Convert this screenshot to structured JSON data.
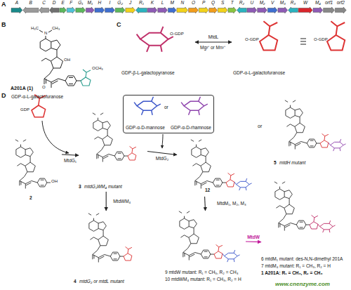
{
  "diagram": {
    "nodes": [
      {
        "text": [
          "GDP-β-L-galactopyranose"
        ]
      },
      {
        "text": [
          "GDP-α-L-galactofuranose"
        ]
      },
      {
        "text": [
          "A201A (1)"
        ]
      },
      {
        "text": [
          "2"
        ]
      },
      {
        "text": [
          "3",
          "mtdG₁WM₄ mutant"
        ]
      },
      {
        "text": [
          "or",
          "GDP-α-D-mannose",
          "GDP-α-D-rhamnose"
        ]
      },
      {
        "text": [
          "4",
          "mtdG₂ or mtdL mutant"
        ]
      },
      {
        "text": [
          "12"
        ]
      },
      {
        "text": [
          "5",
          "mtdH mutant"
        ]
      },
      {
        "text": [
          "9 mtdW mutant: R₁ = CH₃, R₂ = CH₃",
          "10 mtdWM₄ mutant: R₁ = CH₃, R₂ = H"
        ]
      },
      {
        "text": [
          "6 mtdM₁ mutant: des-N,N-dimethyl 201A",
          "7 mtdM₄ mutant: R₁ = CH₃, R₂ = H",
          "1 A201A: R₁ = CH₃, R₂ = CH₃"
        ]
      }
    ],
    "edges": [
      {
        "from": 0,
        "to": 1,
        "label": "MtdL",
        "arrow": "both"
      },
      {
        "from": 3,
        "to": 4,
        "label": "MtdG₁",
        "arrow": "to"
      },
      {
        "from": 4,
        "to": 6,
        "label": "MtdWM₄",
        "arrow": "to"
      },
      {
        "from": 4,
        "to": 7,
        "label": "MtdG₂",
        "arrow": "to"
      },
      {
        "from": 7,
        "to": 9,
        "label": "MtdM₁, M₂, M₃",
        "arrow": "to"
      },
      {
        "from": 9,
        "to": 10,
        "label": "MtdW",
        "arrow": "to"
      }
    ],
    "labels": [
      "A",
      "B",
      "C",
      "D",
      "A",
      "B",
      "C",
      "D",
      "E",
      "F",
      "G₁",
      "M₁",
      "H",
      "I",
      "G₂",
      "J",
      "R₁",
      "K",
      "L",
      "M",
      "N",
      "O",
      "P",
      "Q",
      "S",
      "T",
      "R₂",
      "U",
      "M₂",
      "V",
      "M₃",
      "R₃",
      "W",
      "M₄",
      "orf1",
      "orf2",
      "Mg²⁺ or Mn²⁺",
      "GDP-α-L-galactofuranose",
      "or",
      "www.cnenzyme.com",
      "H₃C",
      "N",
      "CH₃",
      "OH",
      "O",
      "OCH₃",
      "OH",
      "GDP",
      "O-GDP",
      "O-GDP",
      "O-GDP"
    ]
  }
}
